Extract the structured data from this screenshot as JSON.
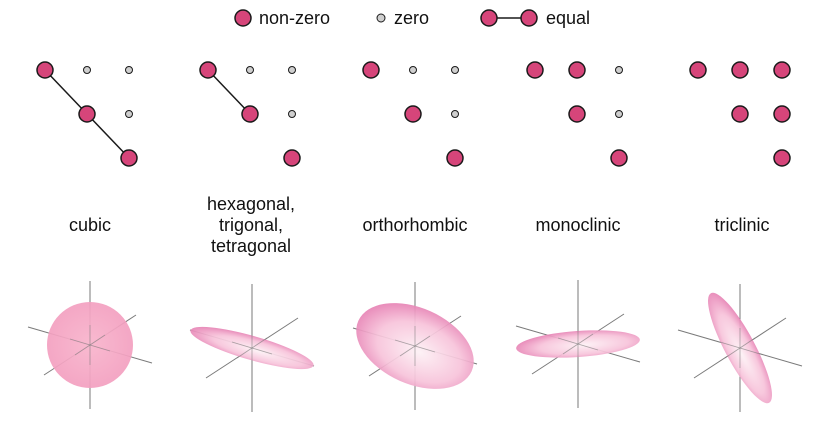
{
  "colors": {
    "nonzero_fill": "#d6457a",
    "zero_fill": "#cfcfcf",
    "outline": "#1a1a1a",
    "ellipsoid_light": "#fdf1f5",
    "ellipsoid_dark": "#e06aa6",
    "axis": "#7a7a7a"
  },
  "legend": {
    "nonzero": "non-zero",
    "zero": "zero",
    "equal": "equal"
  },
  "panels": [
    {
      "id": "cubic",
      "label_lines": [
        "cubic"
      ],
      "matrix": [
        [
          "N",
          "Z",
          "Z"
        ],
        [
          "_",
          "N",
          "Z"
        ],
        [
          "_",
          "_",
          "N"
        ]
      ],
      "equal_links": [
        [
          [
            0,
            0
          ],
          [
            1,
            1
          ]
        ],
        [
          [
            1,
            1
          ],
          [
            2,
            2
          ]
        ]
      ],
      "icon": "sphere-icon"
    },
    {
      "id": "hexagonal",
      "label_lines": [
        "hexagonal,",
        "trigonal,",
        "tetragonal"
      ],
      "matrix": [
        [
          "N",
          "Z",
          "Z"
        ],
        [
          "_",
          "N",
          "Z"
        ],
        [
          "_",
          "_",
          "N"
        ]
      ],
      "equal_links": [
        [
          [
            0,
            0
          ],
          [
            1,
            1
          ]
        ]
      ],
      "icon": "uniaxial-ellipsoid-icon"
    },
    {
      "id": "orthorhombic",
      "label_lines": [
        "orthorhombic"
      ],
      "matrix": [
        [
          "N",
          "Z",
          "Z"
        ],
        [
          "_",
          "N",
          "Z"
        ],
        [
          "_",
          "_",
          "N"
        ]
      ],
      "equal_links": [],
      "icon": "triaxial-ellipsoid-icon"
    },
    {
      "id": "monoclinic",
      "label_lines": [
        "monoclinic"
      ],
      "matrix": [
        [
          "N",
          "N",
          "Z"
        ],
        [
          "_",
          "N",
          "Z"
        ],
        [
          "_",
          "_",
          "N"
        ]
      ],
      "equal_links": [],
      "icon": "monoclinic-ellipsoid-icon"
    },
    {
      "id": "triclinic",
      "label_lines": [
        "triclinic"
      ],
      "matrix": [
        [
          "N",
          "N",
          "N"
        ],
        [
          "_",
          "N",
          "N"
        ],
        [
          "_",
          "_",
          "N"
        ]
      ],
      "equal_links": [],
      "icon": "triclinic-ellipsoid-icon"
    }
  ]
}
